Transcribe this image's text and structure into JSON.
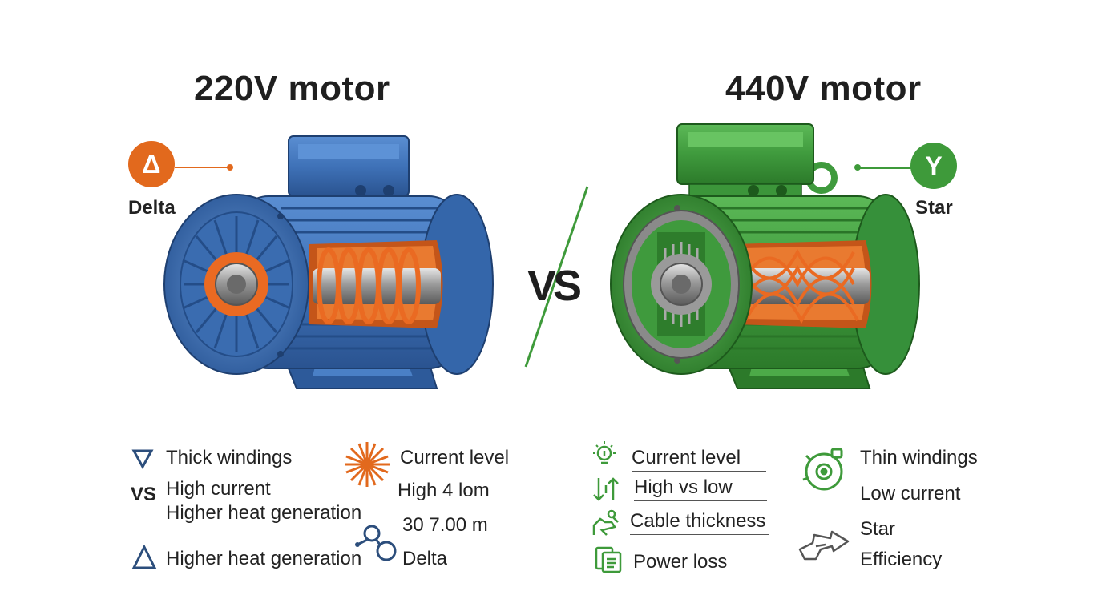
{
  "colors": {
    "left_accent": "#e2691d",
    "left_motor": "#3f72b8",
    "right_accent": "#3e9a3a",
    "right_motor": "#3f9a3d",
    "copper": "#ea6a22",
    "icon_blue": "#2c4e7c",
    "icon_green": "#3e9a3a",
    "icon_dark": "#555555"
  },
  "left": {
    "title": "220V motor",
    "badge_symbol": "Δ",
    "badge_label": "Delta",
    "motor_icon": "blue-motor-cutaway",
    "features_col1": [
      {
        "icon": "triangle-down-icon",
        "text": "Thick windings"
      },
      {
        "prefix": "VS",
        "text": "High current"
      },
      {
        "text": "Higher heat generation"
      },
      {
        "icon": "triangle-up-icon",
        "text": "Higher heat generation"
      }
    ],
    "features_col2": [
      {
        "icon": "spark-burst-icon",
        "text": "Current level"
      },
      {
        "text": "High 4 lom"
      },
      {
        "text": "30 7.00 m"
      },
      {
        "icon": "linked-circles-icon",
        "text": "Delta"
      }
    ]
  },
  "center": {
    "vs_label": "VS"
  },
  "right": {
    "title": "440V motor",
    "badge_symbol": "Y",
    "badge_label": "Star",
    "motor_icon": "green-motor-cutaway",
    "features_col1": [
      {
        "icon": "lightbulb-icon",
        "text": "Current level"
      },
      {
        "icon": "arrows-up-down-icon",
        "text": "High vs low"
      },
      {
        "icon": "hand-cable-icon",
        "text": "Cable thickness"
      },
      {
        "icon": "document-icon",
        "text": "Power loss"
      }
    ],
    "features_col2": [
      {
        "icon": "motor-ring-icon",
        "text": "Thin windings"
      },
      {
        "text": "Low current"
      },
      {
        "icon": "arrow-shape-icon",
        "text": "Star"
      },
      {
        "text": "Efficiency"
      }
    ]
  }
}
